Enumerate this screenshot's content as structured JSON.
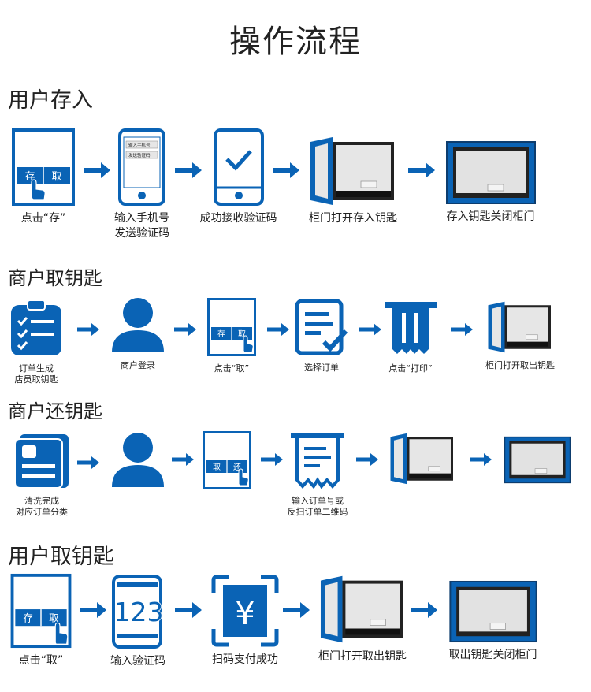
{
  "title": "操作流程",
  "colors": {
    "primary": "#0a63b5",
    "light": "#e9e9e9",
    "dark": "#222222"
  },
  "sections": [
    {
      "title": "用户存入",
      "steps": [
        {
          "icon": "door-deposit-icon",
          "button_left": "存",
          "button_right": "取",
          "caption_lines": [
            "点击“存”"
          ]
        },
        {
          "icon": "phone-input-icon",
          "field1": "输入手机号",
          "field2": "发送验证码",
          "caption_lines": [
            "输入手机号",
            "发送验证码"
          ]
        },
        {
          "icon": "phone-check-icon",
          "caption_lines": [
            "成功接收验证码"
          ]
        },
        {
          "icon": "locker-open-icon",
          "caption_lines": [
            "柜门打开存入钥匙"
          ]
        },
        {
          "icon": "locker-closed-icon",
          "caption_lines": [
            "存入钥匙关闭柜门"
          ]
        }
      ]
    },
    {
      "title": "商户取钥匙",
      "steps": [
        {
          "icon": "clipboard-checklist-icon",
          "caption_lines": [
            "订单生成",
            "店员取钥匙"
          ]
        },
        {
          "icon": "user-icon",
          "caption_lines": [
            "商户登录"
          ]
        },
        {
          "icon": "door-take-icon",
          "button_left": "存",
          "button_right": "取",
          "caption_lines": [
            "点击“取”"
          ]
        },
        {
          "icon": "document-check-icon",
          "caption_lines": [
            "选择订单"
          ]
        },
        {
          "icon": "printer-receipt-icon",
          "caption_lines": [
            "点击“打印”"
          ]
        },
        {
          "icon": "locker-open-icon",
          "caption_lines": [
            "柜门打开取出钥匙"
          ]
        }
      ]
    },
    {
      "title": "商户还钥匙",
      "steps": [
        {
          "icon": "id-card-icon",
          "caption_lines": [
            "清洗完成",
            "对应订单分类"
          ]
        },
        {
          "icon": "user-icon",
          "caption_lines": []
        },
        {
          "icon": "door-return-icon",
          "button_left": "取",
          "button_right": "还",
          "caption_lines": []
        },
        {
          "icon": "receipt-icon",
          "caption_lines": [
            "输入订单号或",
            "反扫订单二维码"
          ]
        },
        {
          "icon": "locker-open-icon",
          "caption_lines": []
        },
        {
          "icon": "locker-closed-icon",
          "caption_lines": []
        }
      ]
    },
    {
      "title": "用户取钥匙",
      "steps": [
        {
          "icon": "door-take-icon",
          "button_left": "存",
          "button_right": "取",
          "caption_lines": [
            "点击“取”"
          ]
        },
        {
          "icon": "phone-code-icon",
          "code": "123",
          "caption_lines": [
            "输入验证码"
          ]
        },
        {
          "icon": "scan-pay-icon",
          "symbol": "¥",
          "caption_lines": [
            "扫码支付成功"
          ]
        },
        {
          "icon": "locker-open-icon",
          "caption_lines": [
            "柜门打开取出钥匙"
          ]
        },
        {
          "icon": "locker-closed-icon",
          "caption_lines": [
            "取出钥匙关闭柜门"
          ]
        }
      ]
    }
  ]
}
